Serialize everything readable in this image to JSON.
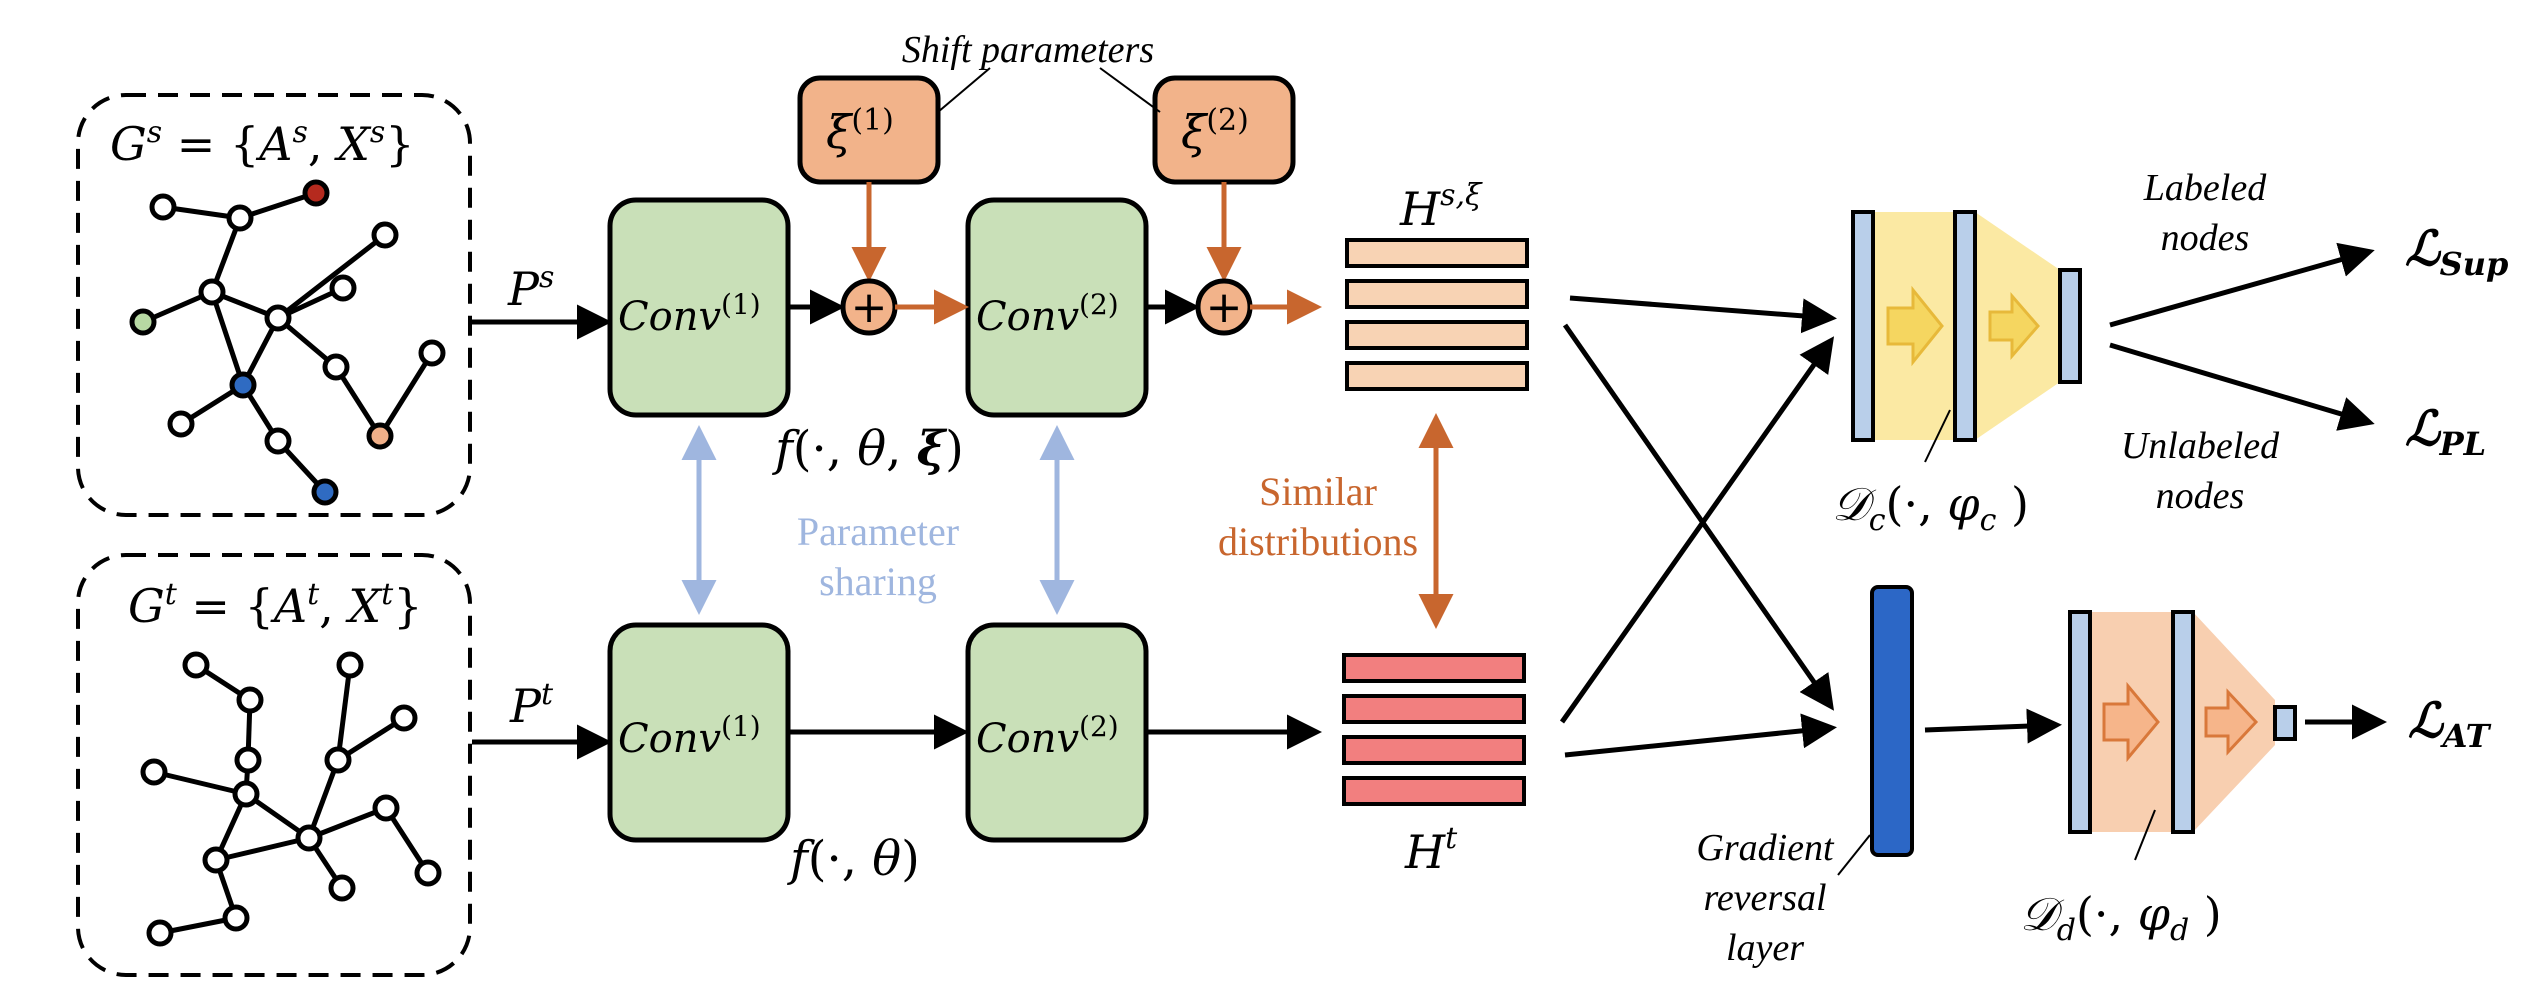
{
  "graphs": {
    "source_label": "G^s = {A^s, X^s}",
    "target_label": "G^t = {A^t, X^t}"
  },
  "inputs": {
    "ps": "P^s",
    "pt": "P^t"
  },
  "convs": {
    "conv1": "Conv^(1)",
    "conv2": "Conv^(2)"
  },
  "shift": {
    "title": "Shift parameters",
    "xi1": "ξ^(1)",
    "xi2": "ξ^(2)",
    "plus": "+"
  },
  "functions": {
    "f_source": "f(·, θ, ξ)",
    "f_target": "f(·, θ)"
  },
  "annotations": {
    "param_sharing_1": "Parameter",
    "param_sharing_2": "sharing",
    "similar_1": "Similar",
    "similar_2": "distributions",
    "grl_1": "Gradient",
    "grl_2": "reversal",
    "grl_3": "layer",
    "labeled_1": "Labeled",
    "labeled_2": "nodes",
    "unlabeled_1": "Unlabeled",
    "unlabeled_2": "nodes"
  },
  "features": {
    "hs": "H^{s,ξ}",
    "ht": "H^t"
  },
  "classifiers": {
    "dc": "𝒟_c(·, φ_c)",
    "dd": "𝒟_d(·, φ_d)"
  },
  "losses": {
    "sup": "ℒ_Sup",
    "pl": "ℒ_PL",
    "at": "ℒ_AT"
  },
  "colors": {
    "conv_fill": "#c9e0b8",
    "shift_fill": "#f2b38a",
    "hs_fill": "#f8d3b4",
    "ht_fill": "#f27f7f",
    "classifier_fill": "#fbe9a3",
    "domain_fill": "#f8cfb0",
    "layer_blue": "#b9cfea",
    "grl_blue": "#2c67c6",
    "orange": "#c8662e",
    "light_blue": "#9fb6df",
    "node_red": "#b52a1e",
    "node_green": "#b7d9a3",
    "node_blue": "#2f6bc2",
    "node_orange": "#f1b089"
  }
}
